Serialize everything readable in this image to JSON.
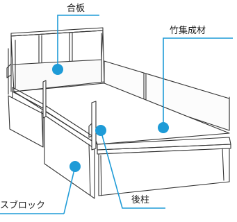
{
  "labels": {
    "plywood": "合板",
    "bamboo": "竹集成材",
    "block": "スブロック",
    "post": "後柱"
  },
  "colors": {
    "callout": "#1e9bd7",
    "line": "#333333",
    "background": "#ffffff"
  }
}
